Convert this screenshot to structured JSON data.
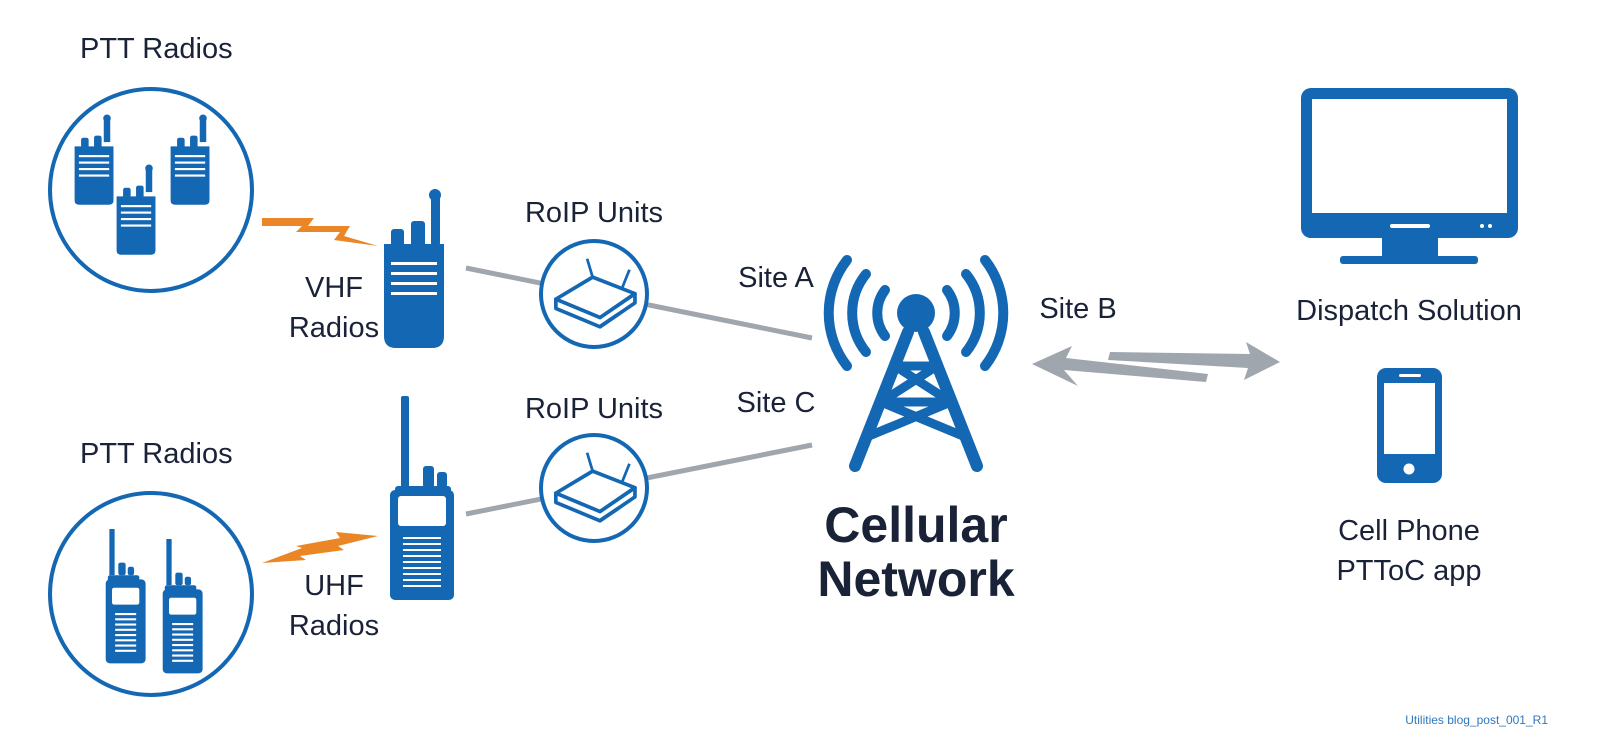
{
  "colors": {
    "primary_blue": "#1468b3",
    "link_gray": "#a0a6ae",
    "signal_orange": "#ea8626",
    "text_dark": "#1a2238",
    "credit_blue": "#2f78bd"
  },
  "labels": {
    "ptt_radios_top": "PTT Radios",
    "ptt_radios_bottom": "PTT Radios",
    "vhf_line1": "VHF",
    "vhf_line2": "Radios",
    "uhf_line1": "UHF",
    "uhf_line2": "Radios",
    "roip_top": "RoIP Units",
    "roip_bottom": "RoIP Units",
    "site_a": "Site A",
    "site_b": "Site B",
    "site_c": "Site C",
    "cellular_line1": "Cellular",
    "cellular_line2": "Network",
    "dispatch": "Dispatch Solution",
    "phone_line1": "Cell Phone",
    "phone_line2": "PTToC app",
    "credit": "Utilities blog_post_001_R1"
  },
  "icons": {
    "ptt_group_top": "handheld-radios-icon",
    "ptt_group_bottom": "handheld-radios-icon",
    "vhf_radio": "vhf-radio-icon",
    "uhf_radio": "uhf-radio-icon",
    "roip_unit": "roip-router-icon",
    "cell_tower": "cell-tower-icon",
    "dispatch_monitor": "monitor-icon",
    "cell_phone": "smartphone-icon",
    "signal": "lightning-bolt-icon",
    "two_way_link": "double-arrow-icon"
  }
}
